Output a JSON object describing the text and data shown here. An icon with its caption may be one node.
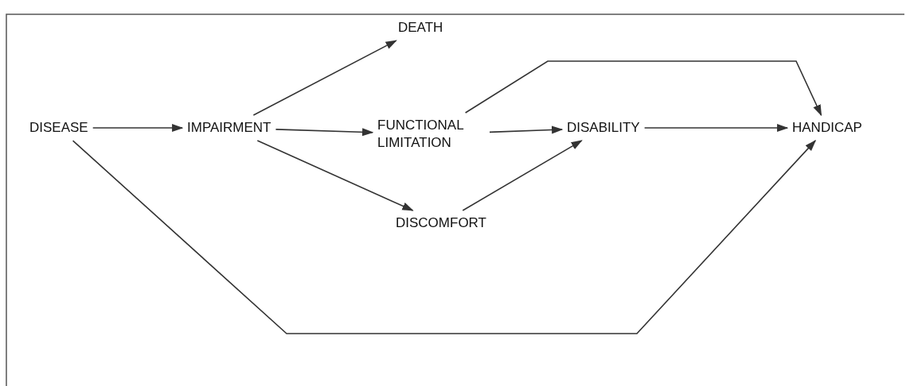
{
  "diagram": {
    "nodes": [
      {
        "text": [
          "DISEASE"
        ]
      },
      {
        "text": [
          "IMPAIRMENT"
        ]
      },
      {
        "text": [
          "DEATH"
        ]
      },
      {
        "text": [
          "FUNCTIONAL LIMITATION"
        ]
      },
      {
        "text": [
          "DISABILITY"
        ]
      },
      {
        "text": [
          "HANDICAP"
        ]
      },
      {
        "text": [
          "DISCOMFORT"
        ]
      }
    ],
    "edges": [
      {
        "from": 0,
        "to": 1,
        "arrow": "to"
      },
      {
        "from": 1,
        "to": 2,
        "arrow": "to"
      },
      {
        "from": 1,
        "to": 3,
        "arrow": "to"
      },
      {
        "from": 1,
        "to": 6,
        "arrow": "to"
      },
      {
        "from": 3,
        "to": 4,
        "arrow": "to"
      },
      {
        "from": 3,
        "to": 5,
        "arrow": "to"
      },
      {
        "from": 6,
        "to": 4,
        "arrow": "to"
      },
      {
        "from": 4,
        "to": 5,
        "arrow": "to"
      },
      {
        "from": 0,
        "to": 5,
        "arrow": "to"
      }
    ]
  }
}
